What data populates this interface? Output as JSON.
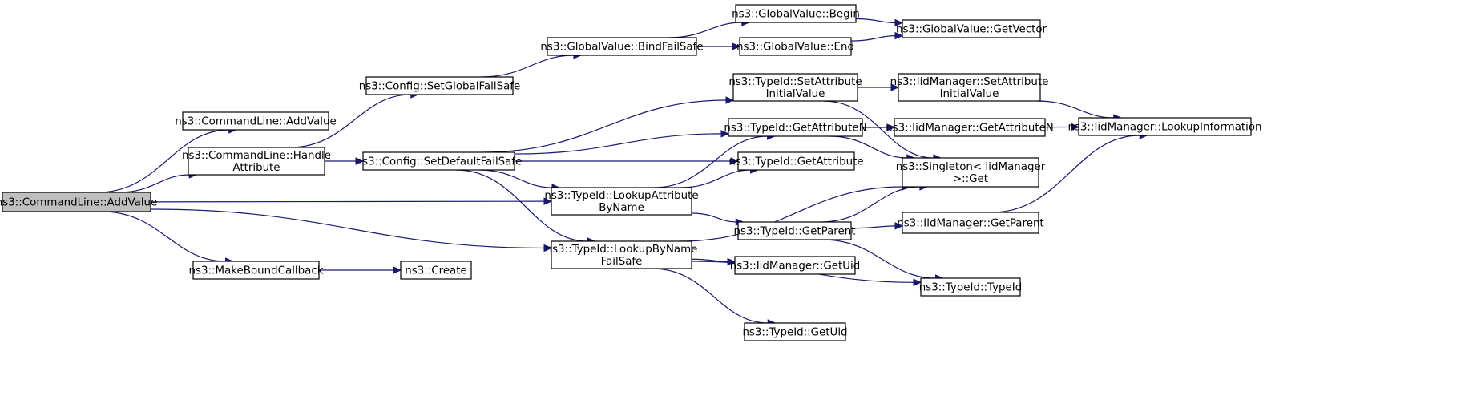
{
  "colors": {
    "edge": "#191970",
    "root_fill": "#bfbfbf",
    "node_fill": "#ffffff",
    "node_border": "#000000"
  },
  "nodes": [
    {
      "id": "root",
      "lines": [
        "ns3::CommandLine::AddValue"
      ],
      "root": true
    },
    {
      "id": "addvalue2",
      "lines": [
        "ns3::CommandLine::AddValue"
      ]
    },
    {
      "id": "handleattr",
      "lines": [
        "ns3::CommandLine::Handle",
        "Attribute"
      ]
    },
    {
      "id": "makebound",
      "lines": [
        "ns3::MakeBoundCallback"
      ]
    },
    {
      "id": "create",
      "lines": [
        "ns3::Create"
      ]
    },
    {
      "id": "setglobal",
      "lines": [
        "ns3::Config::SetGlobalFailSafe"
      ]
    },
    {
      "id": "setdefault",
      "lines": [
        "ns3::Config::SetDefaultFailSafe"
      ]
    },
    {
      "id": "bindfailsafe",
      "lines": [
        "ns3::GlobalValue::BindFailSafe"
      ]
    },
    {
      "id": "gvbegin",
      "lines": [
        "ns3::GlobalValue::Begin"
      ]
    },
    {
      "id": "gvend",
      "lines": [
        "ns3::GlobalValue::End"
      ]
    },
    {
      "id": "gvgetvector",
      "lines": [
        "ns3::GlobalValue::GetVector"
      ]
    },
    {
      "id": "lookupattr",
      "lines": [
        "ns3::TypeId::LookupAttribute",
        "ByName"
      ]
    },
    {
      "id": "lookupname",
      "lines": [
        "ns3::TypeId::LookupByName",
        "FailSafe"
      ]
    },
    {
      "id": "setattrinit",
      "lines": [
        "ns3::TypeId::SetAttribute",
        "InitialValue"
      ]
    },
    {
      "id": "getattrn",
      "lines": [
        "ns3::TypeId::GetAttributeN"
      ]
    },
    {
      "id": "getattr",
      "lines": [
        "ns3::TypeId::GetAttribute"
      ]
    },
    {
      "id": "getparent",
      "lines": [
        "ns3::TypeId::GetParent"
      ]
    },
    {
      "id": "iidgetuid",
      "lines": [
        "ns3::IidManager::GetUid"
      ]
    },
    {
      "id": "tidgetuid",
      "lines": [
        "ns3::TypeId::GetUid"
      ]
    },
    {
      "id": "iidsetattr",
      "lines": [
        "ns3::IidManager::SetAttribute",
        "InitialValue"
      ]
    },
    {
      "id": "iidgetattrn",
      "lines": [
        "ns3::IidManager::GetAttributeN"
      ]
    },
    {
      "id": "singleton",
      "lines": [
        "ns3::Singleton< IidManager",
        ">::Get"
      ]
    },
    {
      "id": "iidgetparent",
      "lines": [
        "ns3::IidManager::GetParent"
      ]
    },
    {
      "id": "typeid",
      "lines": [
        "ns3::TypeId::TypeId"
      ]
    },
    {
      "id": "lookupinfo",
      "lines": [
        "ns3::IidManager::LookupInformation"
      ]
    }
  ],
  "edges": [
    [
      "root",
      "addvalue2"
    ],
    [
      "root",
      "handleattr"
    ],
    [
      "root",
      "lookupattr"
    ],
    [
      "root",
      "lookupname"
    ],
    [
      "root",
      "makebound"
    ],
    [
      "handleattr",
      "setglobal"
    ],
    [
      "handleattr",
      "setdefault"
    ],
    [
      "makebound",
      "create"
    ],
    [
      "setglobal",
      "bindfailsafe"
    ],
    [
      "bindfailsafe",
      "gvbegin"
    ],
    [
      "bindfailsafe",
      "gvend"
    ],
    [
      "gvbegin",
      "gvgetvector"
    ],
    [
      "gvend",
      "gvgetvector"
    ],
    [
      "setdefault",
      "setattrinit"
    ],
    [
      "setdefault",
      "getattrn"
    ],
    [
      "setdefault",
      "getattr"
    ],
    [
      "setdefault",
      "lookupattr"
    ],
    [
      "setdefault",
      "lookupname"
    ],
    [
      "lookupattr",
      "getattrn"
    ],
    [
      "lookupattr",
      "getattr"
    ],
    [
      "lookupattr",
      "getparent"
    ],
    [
      "lookupname",
      "singleton"
    ],
    [
      "lookupname",
      "iidgetuid"
    ],
    [
      "lookupname",
      "typeid"
    ],
    [
      "lookupname",
      "tidgetuid"
    ],
    [
      "setattrinit",
      "iidsetattr"
    ],
    [
      "setattrinit",
      "singleton"
    ],
    [
      "getattrn",
      "iidgetattrn"
    ],
    [
      "getattrn",
      "singleton"
    ],
    [
      "getparent",
      "singleton"
    ],
    [
      "getparent",
      "iidgetparent"
    ],
    [
      "getparent",
      "typeid"
    ],
    [
      "iidsetattr",
      "lookupinfo"
    ],
    [
      "iidgetattrn",
      "lookupinfo"
    ],
    [
      "iidgetparent",
      "lookupinfo"
    ]
  ]
}
